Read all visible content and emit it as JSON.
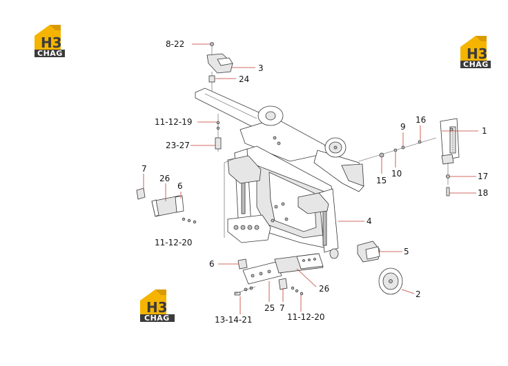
{
  "logo": {
    "monogram": "H3",
    "brand": "CHAG",
    "accent": "#f5b400",
    "dark": "#3b3b3b"
  },
  "labels": {
    "l8_22": "8-22",
    "l3": "3",
    "l24": "24",
    "l11_12_19": "11-12-19",
    "l23_27": "23-27",
    "l9": "9",
    "l16": "16",
    "l1": "1",
    "l15": "15",
    "l10": "10",
    "l17": "17",
    "l18": "18",
    "l7a": "7",
    "l26a": "26",
    "l6a": "6",
    "l4": "4",
    "l11_12_20a": "11-12-20",
    "l5": "5",
    "l6b": "6",
    "l26b": "26",
    "l2": "2",
    "l25": "25",
    "l7b": "7",
    "l13_14_21": "13-14-21",
    "l11_12_20b": "11-12-20"
  }
}
